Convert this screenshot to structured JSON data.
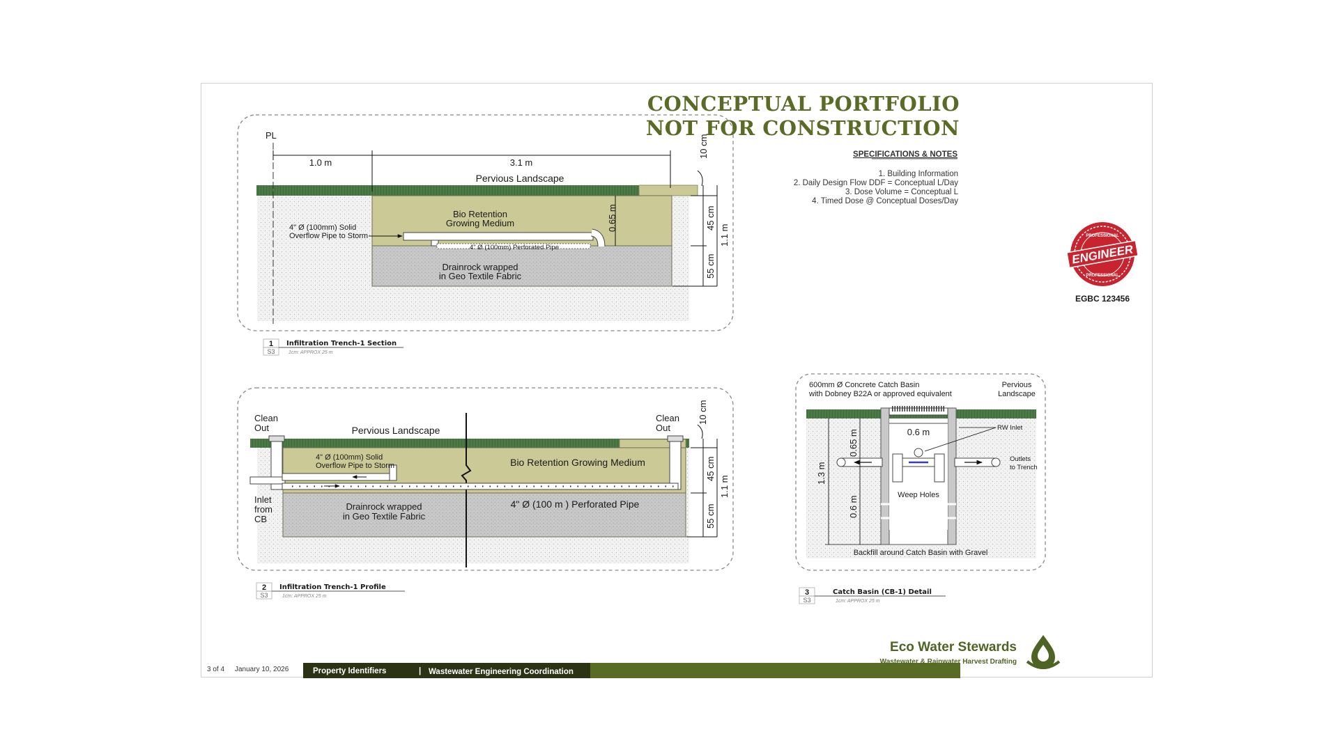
{
  "title": {
    "line1": "CONCEPTUAL PORTFOLIO",
    "line2": "NOT FOR CONSTRUCTION"
  },
  "notes": {
    "heading": "SPECIFICATIONS & NOTES",
    "items": [
      "1. Building Information",
      "2. Daily Design Flow DDF = Conceptual L/Day",
      "3. Dose Volume = Conceptual L",
      "4. Timed Dose @ Conceptual Doses/Day"
    ]
  },
  "stamp": {
    "word": "ENGINEER",
    "ring": "PROFESSIONAL",
    "id": "EGBC 123456"
  },
  "section1": {
    "pl": "PL",
    "dim_left": "1.0 m",
    "dim_right": "3.1 m",
    "dim_top": "10 cm",
    "dim_45": "45 cm",
    "dim_55": "55 cm",
    "dim_total": "1.1 m",
    "dim_065": "0.65 m",
    "pervious": "Pervious Landscape",
    "bio1": "Bio Retention",
    "bio2": "Growing Medium",
    "overflow1": "4\" Ø (100mm) Solid",
    "overflow2": "Overflow Pipe to Storm",
    "perf": "4\" Ø (100mm)  Perforated Pipe",
    "drain1": "Drainrock wrapped",
    "drain2": "in Geo Textile Fabric",
    "tag_num": "1",
    "tag_sheet": "S3",
    "tag_title": "Infiltration Trench-1 Section",
    "tag_scale": "1cm: APPROX 25 m"
  },
  "section2": {
    "clean_left1": "Clean",
    "clean_left2": "Out",
    "clean_right1": "Clean",
    "clean_right2": "Out",
    "pervious": "Pervious Landscape",
    "overflow1": "4\" Ø (100mm) Solid",
    "overflow2": "Overflow Pipe to Storm",
    "bio": "Bio Retention Growing Medium",
    "inlet1": "Inlet",
    "inlet2": "from",
    "inlet3": "CB",
    "drain1": "Drainrock wrapped",
    "drain2": "in Geo Textile Fabric",
    "perf": "4\" Ø (100 m ) Perforated Pipe",
    "dim_top": "10 cm",
    "dim_45": "45 cm",
    "dim_55": "55 cm",
    "dim_total": "1.1 m",
    "tag_num": "2",
    "tag_sheet": "S3",
    "tag_title": "Infiltration Trench-1 Profile",
    "tag_scale": "1cm: APPROX 25 m"
  },
  "section3": {
    "basin1": "600mm Ø Concrete Catch Basin",
    "basin2": "with Dobney B22A or approved equivalent",
    "pervious1": "Pervious",
    "pervious2": "Landscape",
    "dim_width": "0.6 m",
    "dim_065": "0.65 m",
    "dim_06": "0.6 m",
    "dim_13": "1.3 m",
    "rw_inlet": "RW Inlet",
    "outlets1": "Outlets",
    "outlets2": "to Trench",
    "weep": "Weep Holes",
    "backfill": "Backfill around Catch Basin with Gravel",
    "tag_num": "3",
    "tag_sheet": "S3",
    "tag_title": "Catch Basin (CB-1) Detail",
    "tag_scale": "1cm: APPROX 25 m"
  },
  "footer": {
    "page": "3 of 4",
    "date": "January 10, 2026",
    "property": "Property Identifiers",
    "sep": "|",
    "coordination": "Wastewater Engineering Coordination"
  },
  "brand": {
    "name": "Eco Water Stewards",
    "tagline": "Wastewater & Rainwater Harvest Drafting"
  },
  "colors": {
    "olive": "#5a6b25",
    "grass": "#4e7a46",
    "growing": "#cbc995",
    "drainrock": "#c9c9c9",
    "soil": "#efefef",
    "stamp": "#c8242f"
  }
}
